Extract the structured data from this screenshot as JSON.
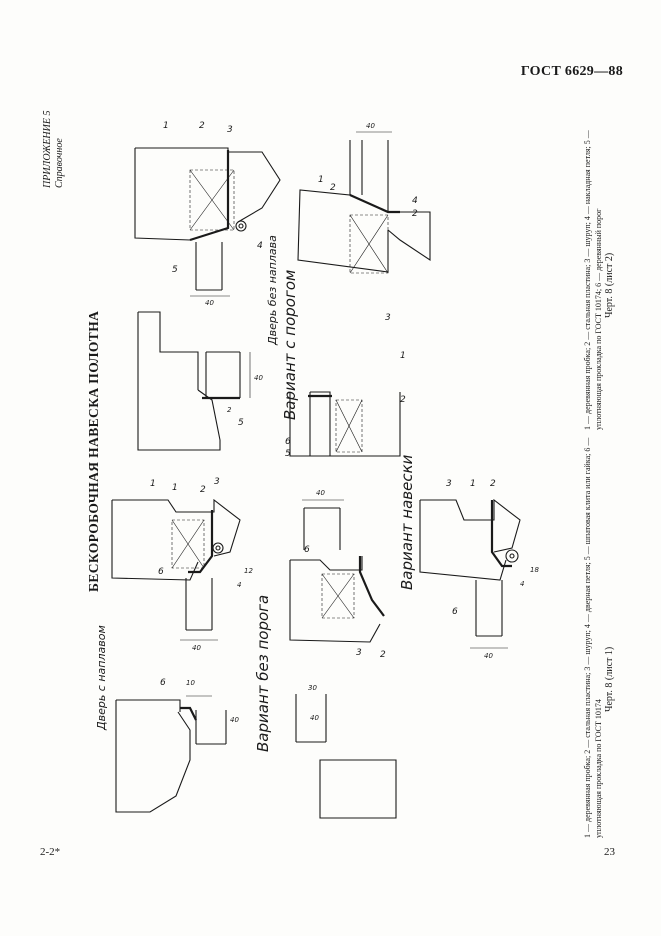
{
  "header": {
    "standard": "ГОСТ 6629—88"
  },
  "appendix": {
    "title": "ПРИЛОЖЕНИЕ 5",
    "subtitle": "Справочное"
  },
  "main_title": "БЕСКОРОБОЧНАЯ НАВЕСКА ПОЛОТНА",
  "figure_labels": {
    "door_overlay": "Дверь с наплавом",
    "no_threshold": "Вариант без порога",
    "hanging": "Вариант навески",
    "door_no_overlay": "Дверь без наплава",
    "with_threshold": "Вариант с порогом"
  },
  "callouts": [
    "1",
    "2",
    "3",
    "4",
    "5",
    "6"
  ],
  "dimensions": [
    "10",
    "40",
    "12",
    "2",
    "4",
    "30",
    "18"
  ],
  "captions": {
    "sheet1_legend": "1 — деревянная пробка; 2 — стальная пластина; 3 — шуруп; 4 — дверная петля; 5 — шпатовая клита или гайка; 6 — уплотняющая прокладка по ГОСТ 10174",
    "sheet1": "Черт. 8 (лист 1)",
    "sheet2_legend": "1 — деревянная пробка; 2 — стальная пластина; 3 — шуруп; 4 — накладная петля; 5 — уплотняющая прокладка по ГОСТ 10174; 6 — деревянный порог",
    "sheet2": "Черт. 8 (лист 2)"
  },
  "footer": {
    "page_number": "23",
    "signature": "2-2*"
  }
}
